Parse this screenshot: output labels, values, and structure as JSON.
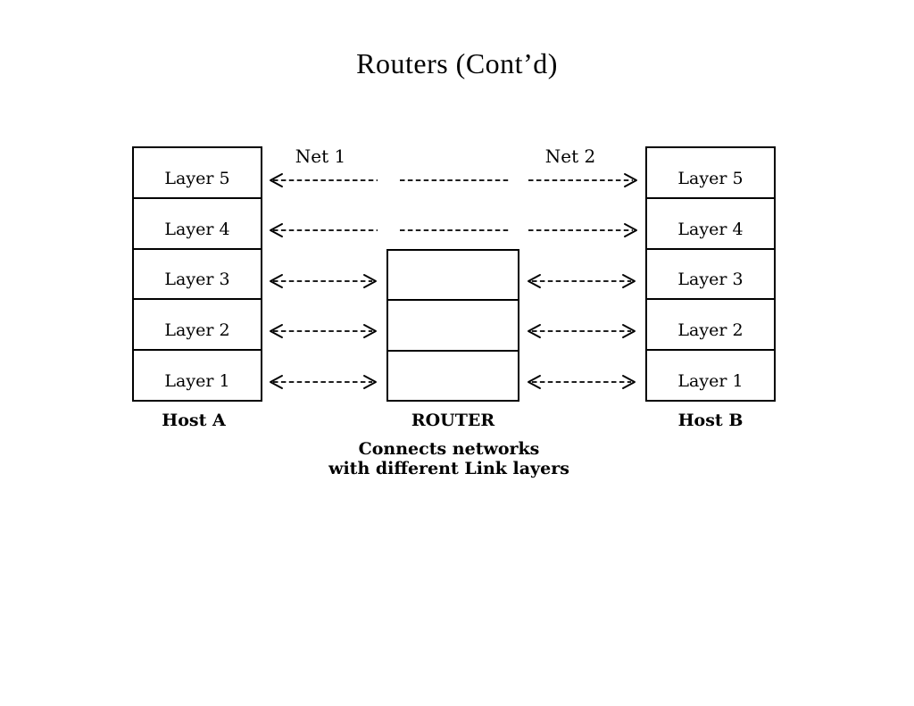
{
  "title": "Routers (Cont’d)",
  "hosts": {
    "a": {
      "label": "Host A",
      "layers": [
        "Layer 5",
        "Layer 4",
        "Layer 3",
        "Layer 2",
        "Layer 1"
      ]
    },
    "b": {
      "label": "Host B",
      "layers": [
        "Layer 5",
        "Layer 4",
        "Layer 3",
        "Layer 2",
        "Layer 1"
      ]
    }
  },
  "router": {
    "label": "ROUTER",
    "caption": [
      "Connects networks",
      "with different Link layers"
    ]
  },
  "nets": {
    "net1": "Net 1",
    "net2": "Net 2"
  },
  "colors": {
    "ink": "#000000",
    "background": "#ffffff"
  }
}
